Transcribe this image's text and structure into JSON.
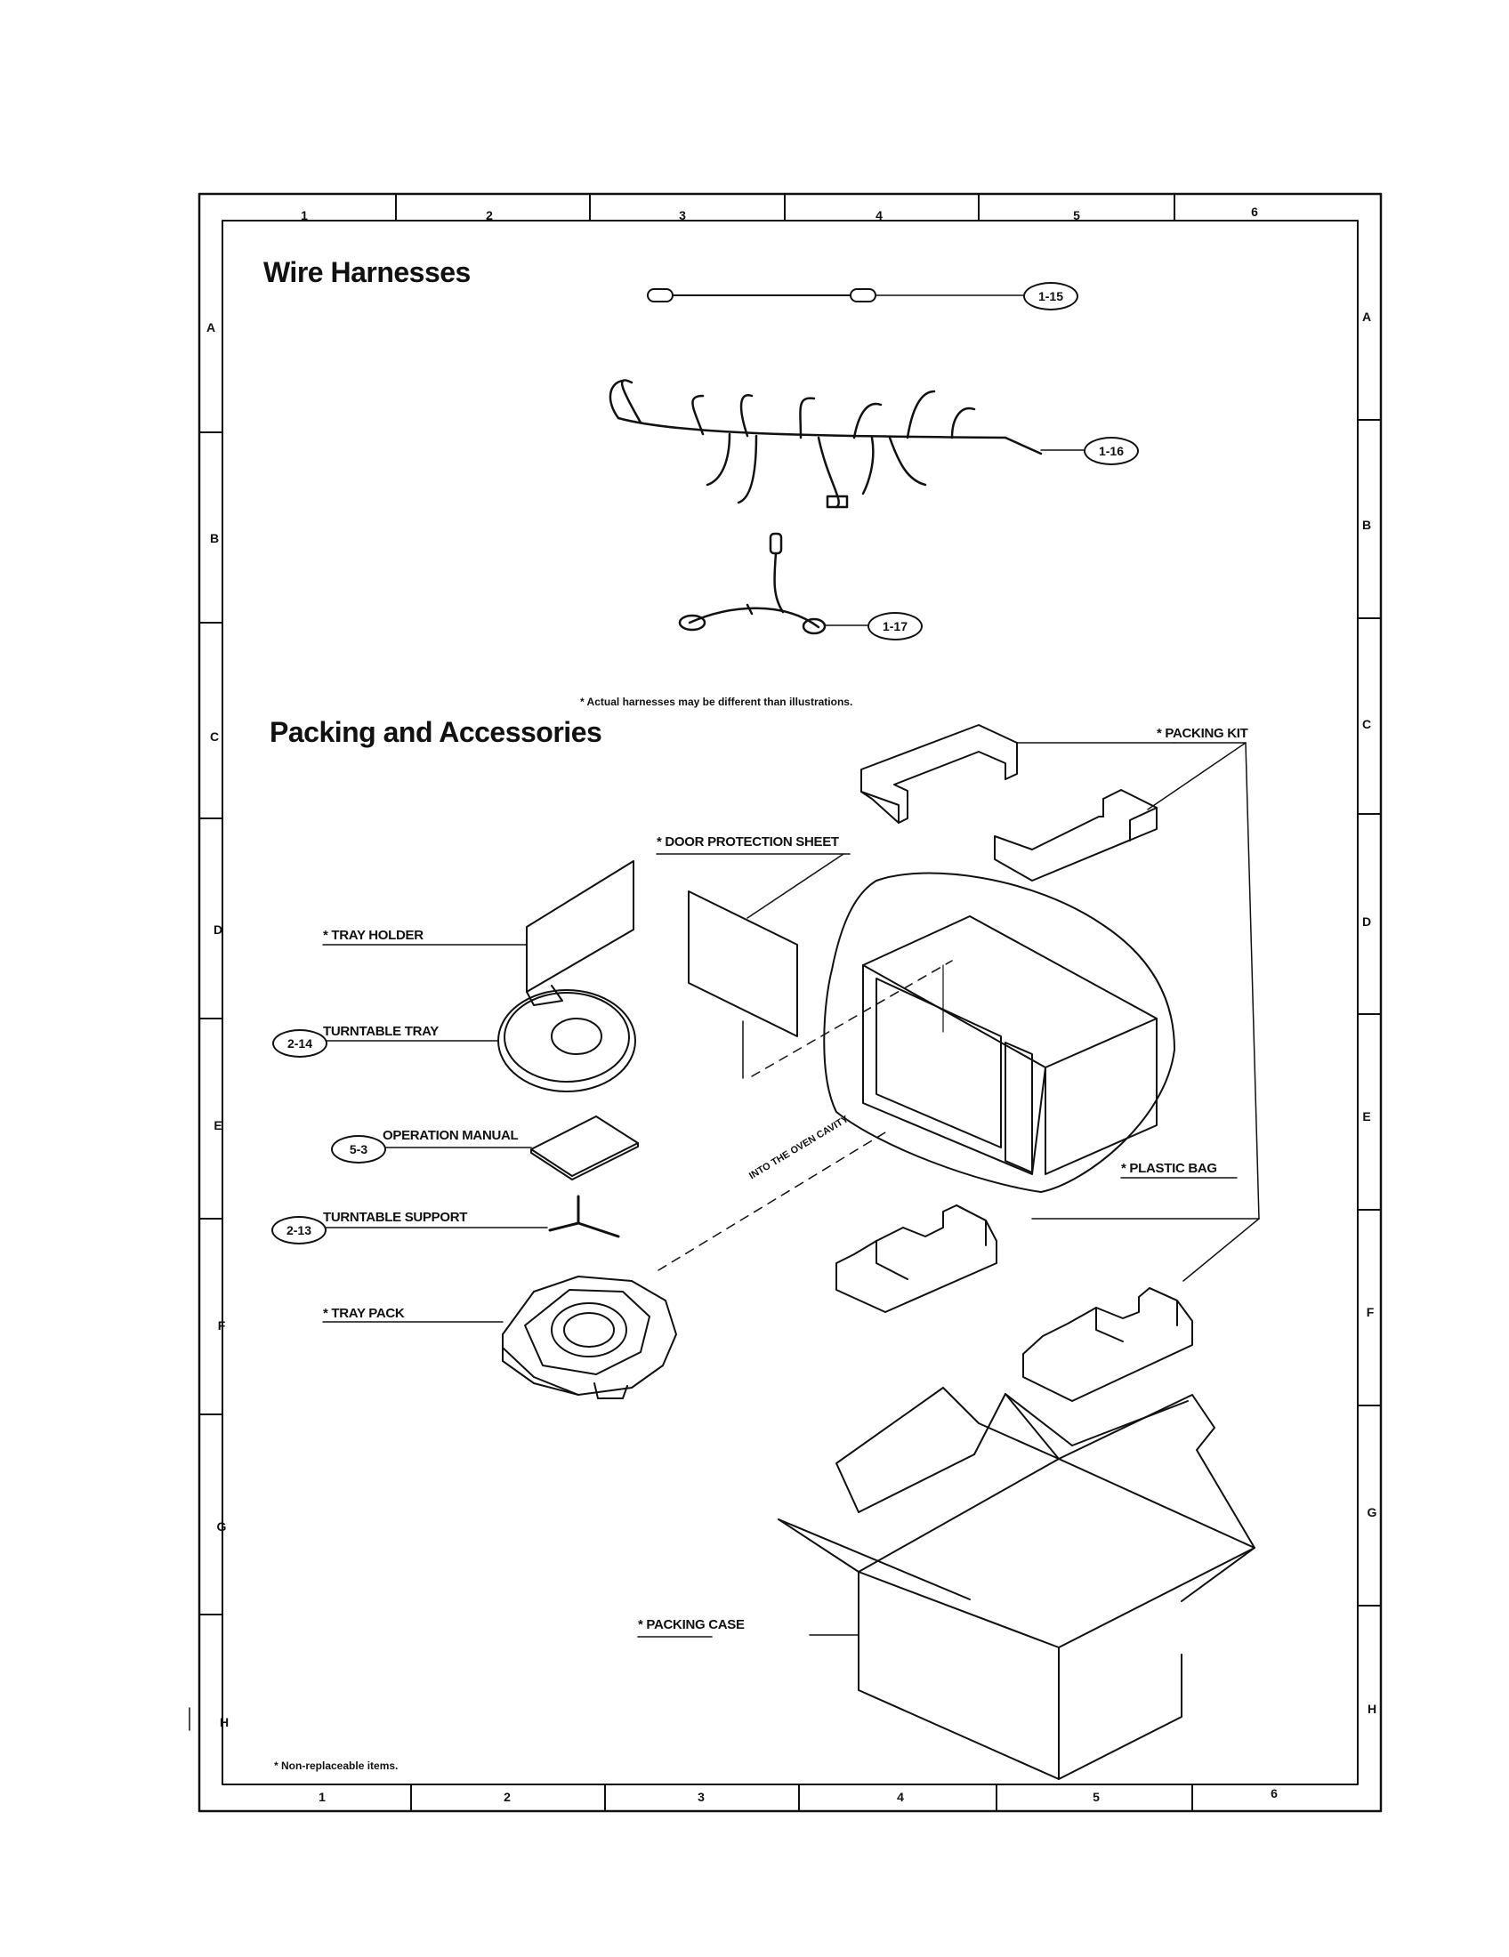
{
  "grid": {
    "columns": [
      "1",
      "2",
      "3",
      "4",
      "5",
      "6"
    ],
    "rows": [
      "A",
      "B",
      "C",
      "D",
      "E",
      "F",
      "G",
      "H"
    ]
  },
  "sections": {
    "wire_harnesses": "Wire Harnesses",
    "packing_accessories": "Packing and Accessories"
  },
  "harness_callouts": [
    "1-15",
    "1-16",
    "1-17"
  ],
  "harness_note": "* Actual harnesses may be different than illustrations.",
  "parts": {
    "packing_kit": "* PACKING KIT",
    "door_protection_sheet": "* DOOR PROTECTION SHEET",
    "tray_holder": "* TRAY HOLDER",
    "turntable_tray": "TURNTABLE TRAY",
    "turntable_tray_ref": "2-14",
    "operation_manual": "OPERATION MANUAL",
    "operation_manual_ref": "5-3",
    "turntable_support": "TURNTABLE SUPPORT",
    "turntable_support_ref": "2-13",
    "tray_pack": "* TRAY PACK",
    "plastic_bag": "* PLASTIC BAG",
    "into_oven_cavity": "INTO THE OVEN CAVITY",
    "packing_case": "* PACKING CASE"
  },
  "footnote": "* Non-replaceable items."
}
